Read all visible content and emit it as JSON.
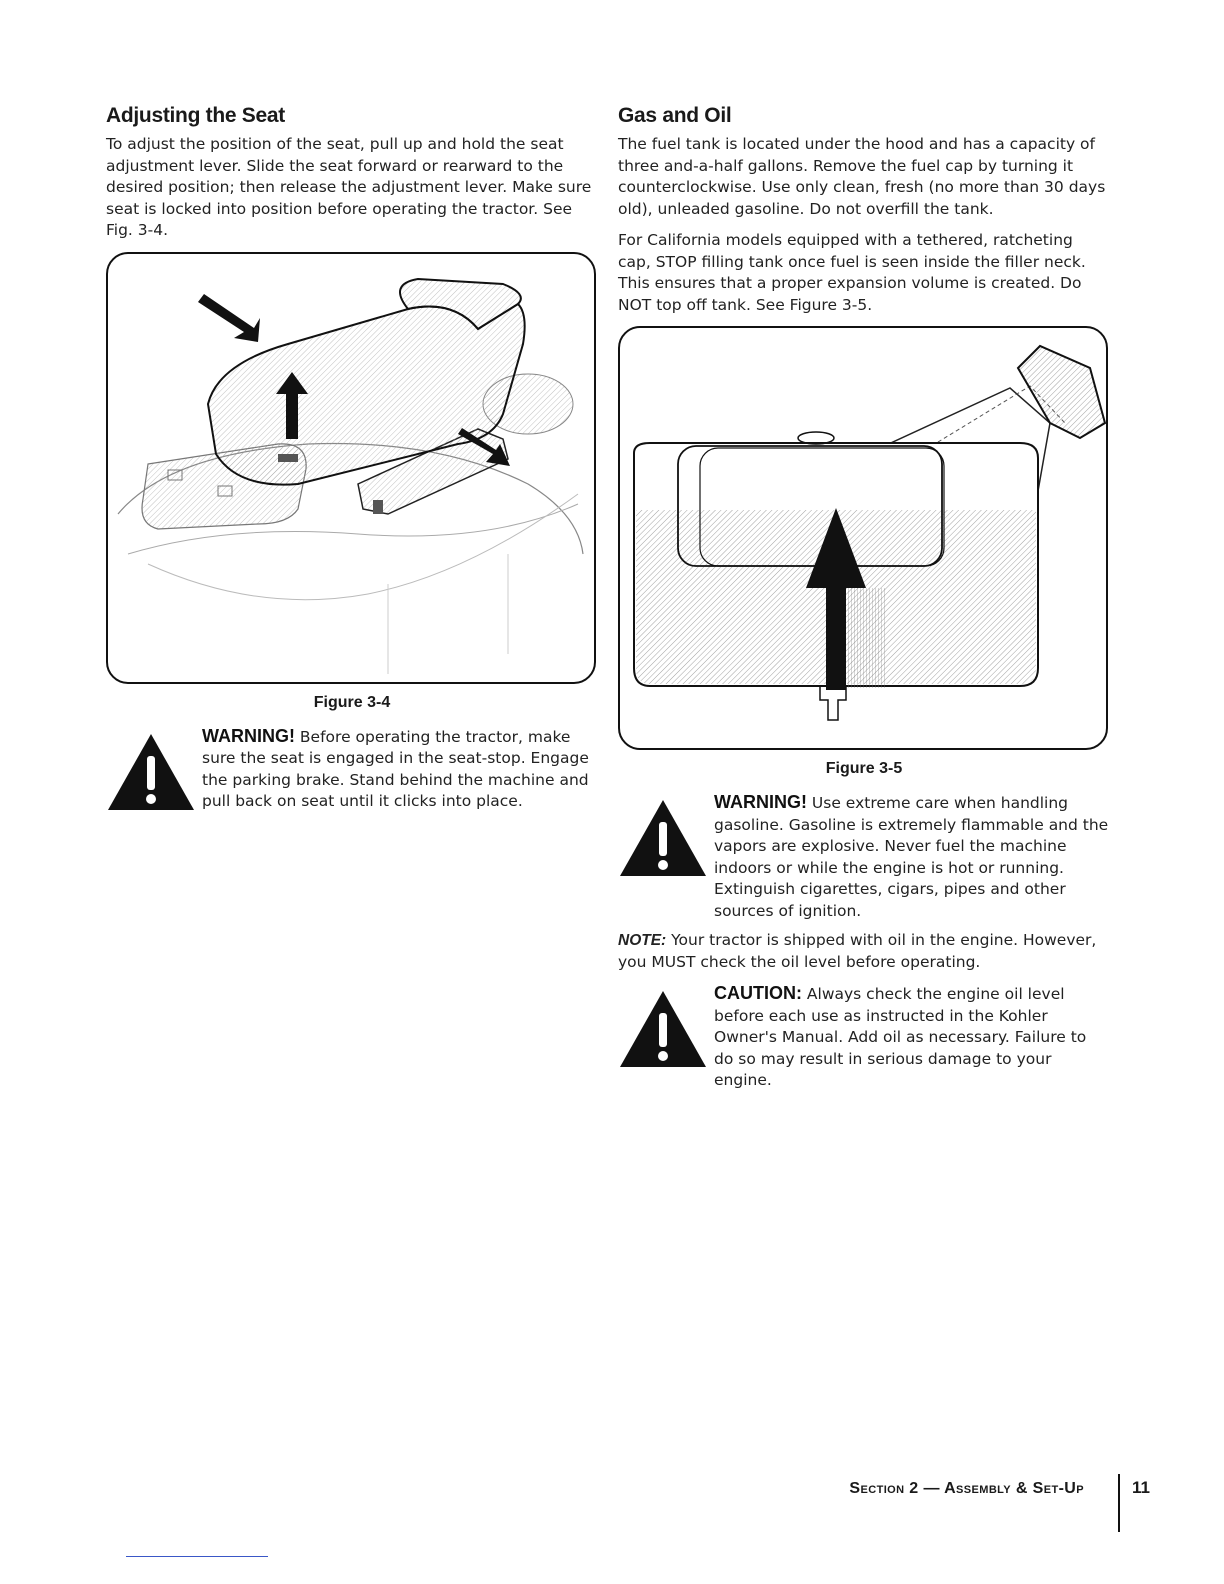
{
  "left": {
    "heading": "Adjusting the Seat",
    "paragraph": "To adjust the position of the seat, pull up and hold the seat adjustment lever. Slide the seat forward or rearward to the desired position; then release the adjustment lever. Make sure seat is locked into position before operating the tractor. See Fig. 3-4.",
    "figure_caption": "Figure 3-4",
    "warning": {
      "lead": "WARNING!",
      "text": " Before operating the tractor, make sure the seat is engaged in the seat-stop. Engage the parking brake. Stand behind the machine and pull back on seat until it clicks into place."
    }
  },
  "right": {
    "heading": "Gas and Oil",
    "paragraph1": "The fuel tank is located under the hood and has a capacity of three and-a-half gallons. Remove the fuel cap by turning it counterclockwise. Use only clean, fresh (no more than 30 days old), unleaded gasoline. Do not overfill the tank.",
    "paragraph2": "For California models equipped with a tethered, ratcheting cap, STOP filling tank once fuel is seen inside the filler neck. This ensures that a proper expansion volume is created. Do NOT top off tank. See Figure 3-5.",
    "figure_caption": "Figure 3-5",
    "warning": {
      "lead": "WARNING!",
      "text": " Use extreme care when handling gasoline. Gasoline is extremely flammable and the vapors are explosive. Never fuel the machine indoors or while the engine is hot or running. Extinguish cigarettes, cigars, pipes and other sources of ignition."
    },
    "note": {
      "lead": "NOTE:",
      "text": " Your tractor is shipped with oil in the engine. However, you MUST check the oil level before operating."
    },
    "caution": {
      "lead": "CAUTION:",
      "text": " Always check the engine oil level before each use as instructed in the Kohler Owner's Manual. Add oil as necessary. Failure to do so may result in serious damage to your engine."
    }
  },
  "footer": {
    "section": "Section 2 — Assembly & Set-Up",
    "page_number": "11"
  },
  "icons": [
    "warning-triangle-icon"
  ]
}
